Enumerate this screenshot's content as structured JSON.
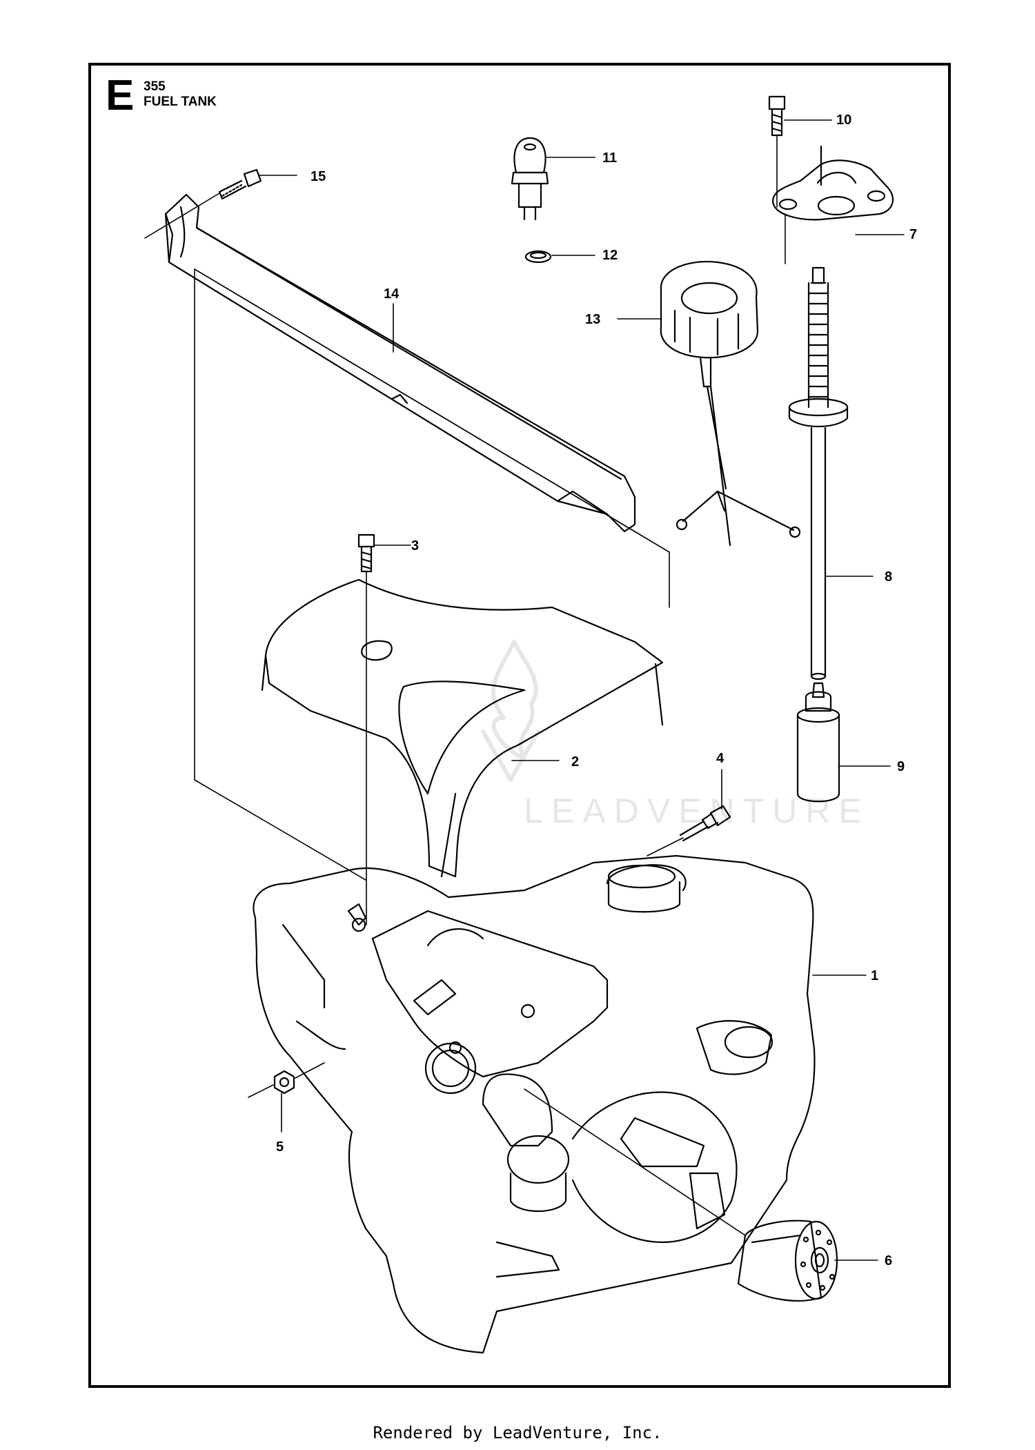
{
  "header": {
    "section_letter": "E",
    "model": "355",
    "title": "FUEL TANK"
  },
  "watermark": {
    "text": "LEADVENTURE"
  },
  "footer": {
    "text": "Rendered by LeadVenture, Inc."
  },
  "callouts": [
    "1",
    "2",
    "3",
    "4",
    "5",
    "6",
    "7",
    "8",
    "9",
    "10",
    "11",
    "12",
    "13",
    "14",
    "15"
  ],
  "colors": {
    "line": "#000000",
    "background": "#ffffff",
    "watermark": "#e6e6e6"
  }
}
